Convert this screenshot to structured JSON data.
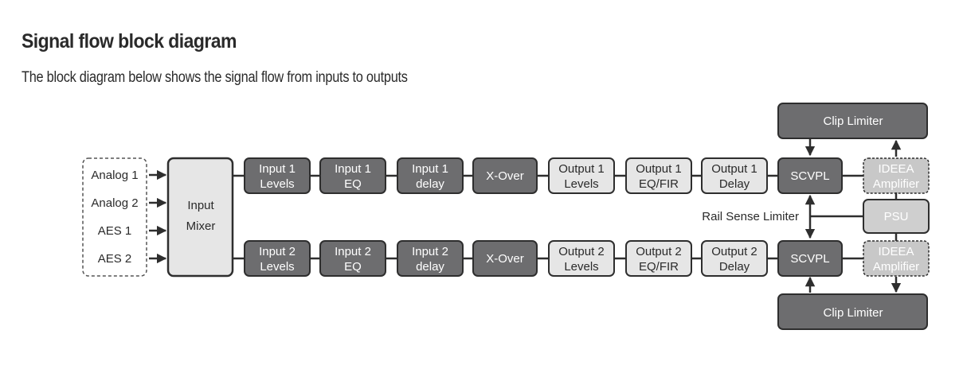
{
  "heading": {
    "title": "Signal flow block diagram",
    "subtitle": "The block diagram below  shows the signal flow from inputs to outputs"
  },
  "inputs": [
    "Analog 1",
    "Analog 2",
    "AES 1",
    "AES 2"
  ],
  "mixer": {
    "line1": "Input",
    "line2": "Mixer"
  },
  "chains": [
    {
      "blocks": [
        [
          "Input 1",
          "Levels"
        ],
        [
          "Input 1",
          "EQ"
        ],
        [
          "Input 1",
          "delay"
        ],
        [
          "X-Over"
        ],
        [
          "Output 1",
          "Levels"
        ],
        [
          "Output 1",
          "EQ/FIR"
        ],
        [
          "Output 1",
          "Delay"
        ],
        [
          "SCVPL"
        ],
        [
          "IDEEA",
          "Amplifier"
        ]
      ]
    },
    {
      "blocks": [
        [
          "Input 2",
          "Levels"
        ],
        [
          "Input 2",
          "EQ"
        ],
        [
          "Input 2",
          "delay"
        ],
        [
          "X-Over"
        ],
        [
          "Output 2",
          "Levels"
        ],
        [
          "Output 2",
          "EQ/FIR"
        ],
        [
          "Output 2",
          "Delay"
        ],
        [
          "SCVPL"
        ],
        [
          "IDEEA",
          "Amplifier"
        ]
      ]
    }
  ],
  "clip_limiter_top": "Clip Limiter",
  "clip_limiter_bottom": "Clip Limiter",
  "psu": "PSU",
  "rail_sense": "Rail Sense Limiter"
}
